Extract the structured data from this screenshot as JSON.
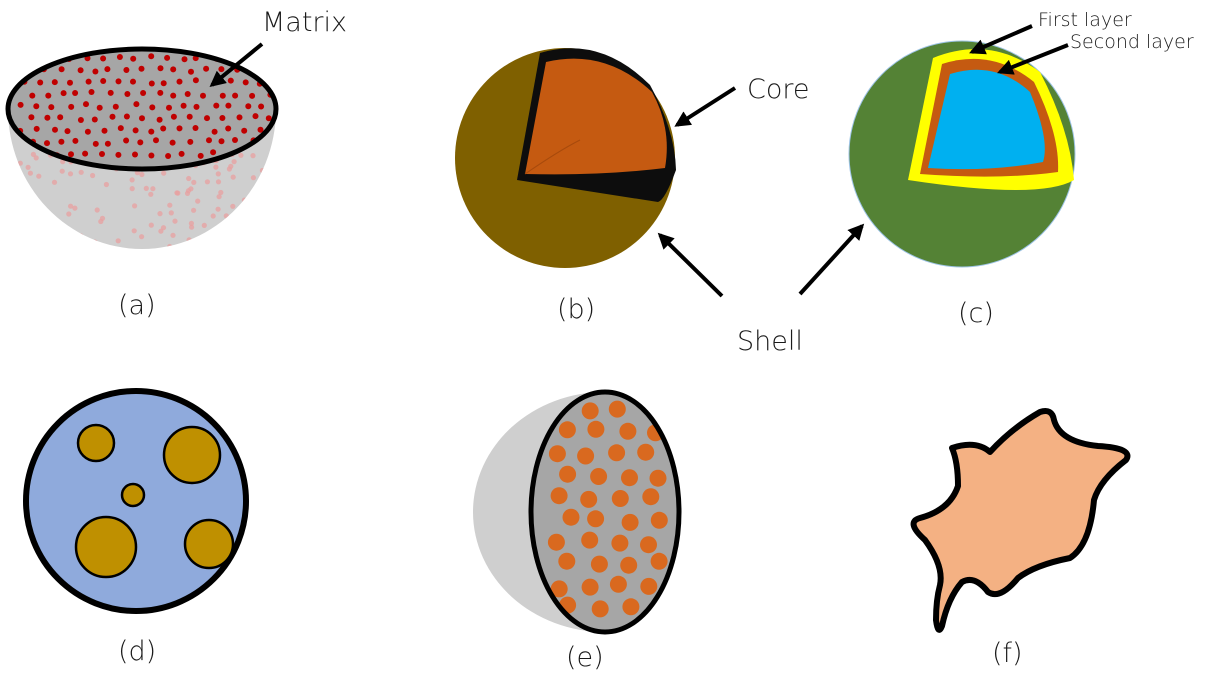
{
  "panels": {
    "a": {
      "caption": "(a)",
      "label": "Matrix"
    },
    "b": {
      "caption": "(b)",
      "label": "Core"
    },
    "c": {
      "caption": "(c)",
      "first_layer": "First layer",
      "second_layer": "Second layer"
    },
    "d": {
      "caption": "(d)"
    },
    "e": {
      "caption": "(e)"
    },
    "f": {
      "caption": "(f)"
    }
  },
  "shared_label": "Shell",
  "colors": {
    "matrix_gray": "#a6a6a6",
    "matrix_dot": "#c00000",
    "shell_brown": "#7f6000",
    "core_orange": "#c55a11",
    "shell_green": "#548235",
    "layer_yellow": "#ffff00",
    "core_cyan": "#00b0f0",
    "disk_blue": "#8faadc",
    "inclusion_gold": "#bf9000",
    "particle_orange": "#d9691f",
    "irregular_peach": "#f4b183"
  }
}
